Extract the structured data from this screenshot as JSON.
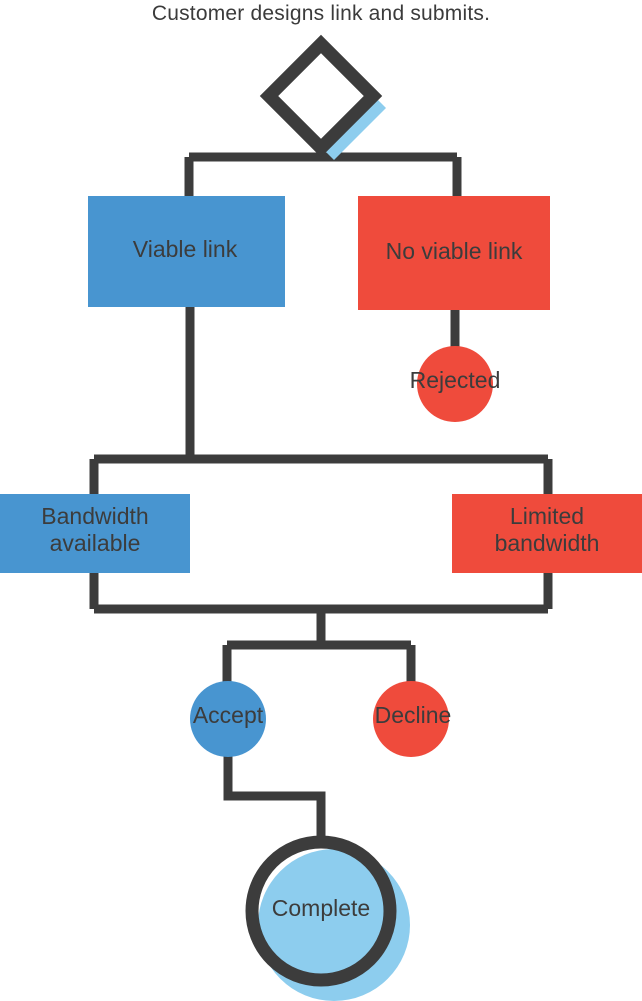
{
  "diagram": {
    "title": "Customer designs link and submits.",
    "colors": {
      "line": "#3c3c3c",
      "blue": "#4895d0",
      "red": "#ef4b3c",
      "light_blue": "#8dcdee",
      "text": "#3c3c3c",
      "background": "#ffffff"
    },
    "nodes": [
      {
        "id": "start",
        "label": "",
        "shape": "diamond",
        "style": "outline-with-shadow",
        "fill": "#8dcdee"
      },
      {
        "id": "viable",
        "label": "Viable link",
        "shape": "rect",
        "fill": "#4895d0"
      },
      {
        "id": "no-viable",
        "label": "No viable link",
        "shape": "rect",
        "fill": "#ef4b3c"
      },
      {
        "id": "rejected",
        "label": "Rejected",
        "shape": "circle",
        "fill": "#ef4b3c"
      },
      {
        "id": "bandwidth",
        "label": "Bandwidth available",
        "shape": "rect",
        "fill": "#4895d0"
      },
      {
        "id": "limited",
        "label": "Limited bandwidth",
        "shape": "rect",
        "fill": "#ef4b3c"
      },
      {
        "id": "accept",
        "label": "Accept",
        "shape": "circle",
        "fill": "#4895d0"
      },
      {
        "id": "decline",
        "label": "Decline",
        "shape": "circle",
        "fill": "#ef4b3c"
      },
      {
        "id": "complete",
        "label": "Complete",
        "shape": "circle",
        "style": "outline-with-shadow",
        "fill": "#8dcdee"
      }
    ],
    "labels": {
      "viable": "Viable link",
      "no_viable": "No viable link",
      "rejected": "Rejected",
      "bandwidth_line1": "Bandwidth",
      "bandwidth_line2": "available",
      "limited_line1": "Limited",
      "limited_line2": "bandwidth",
      "accept": "Accept",
      "decline": "Decline",
      "complete": "Complete"
    }
  }
}
